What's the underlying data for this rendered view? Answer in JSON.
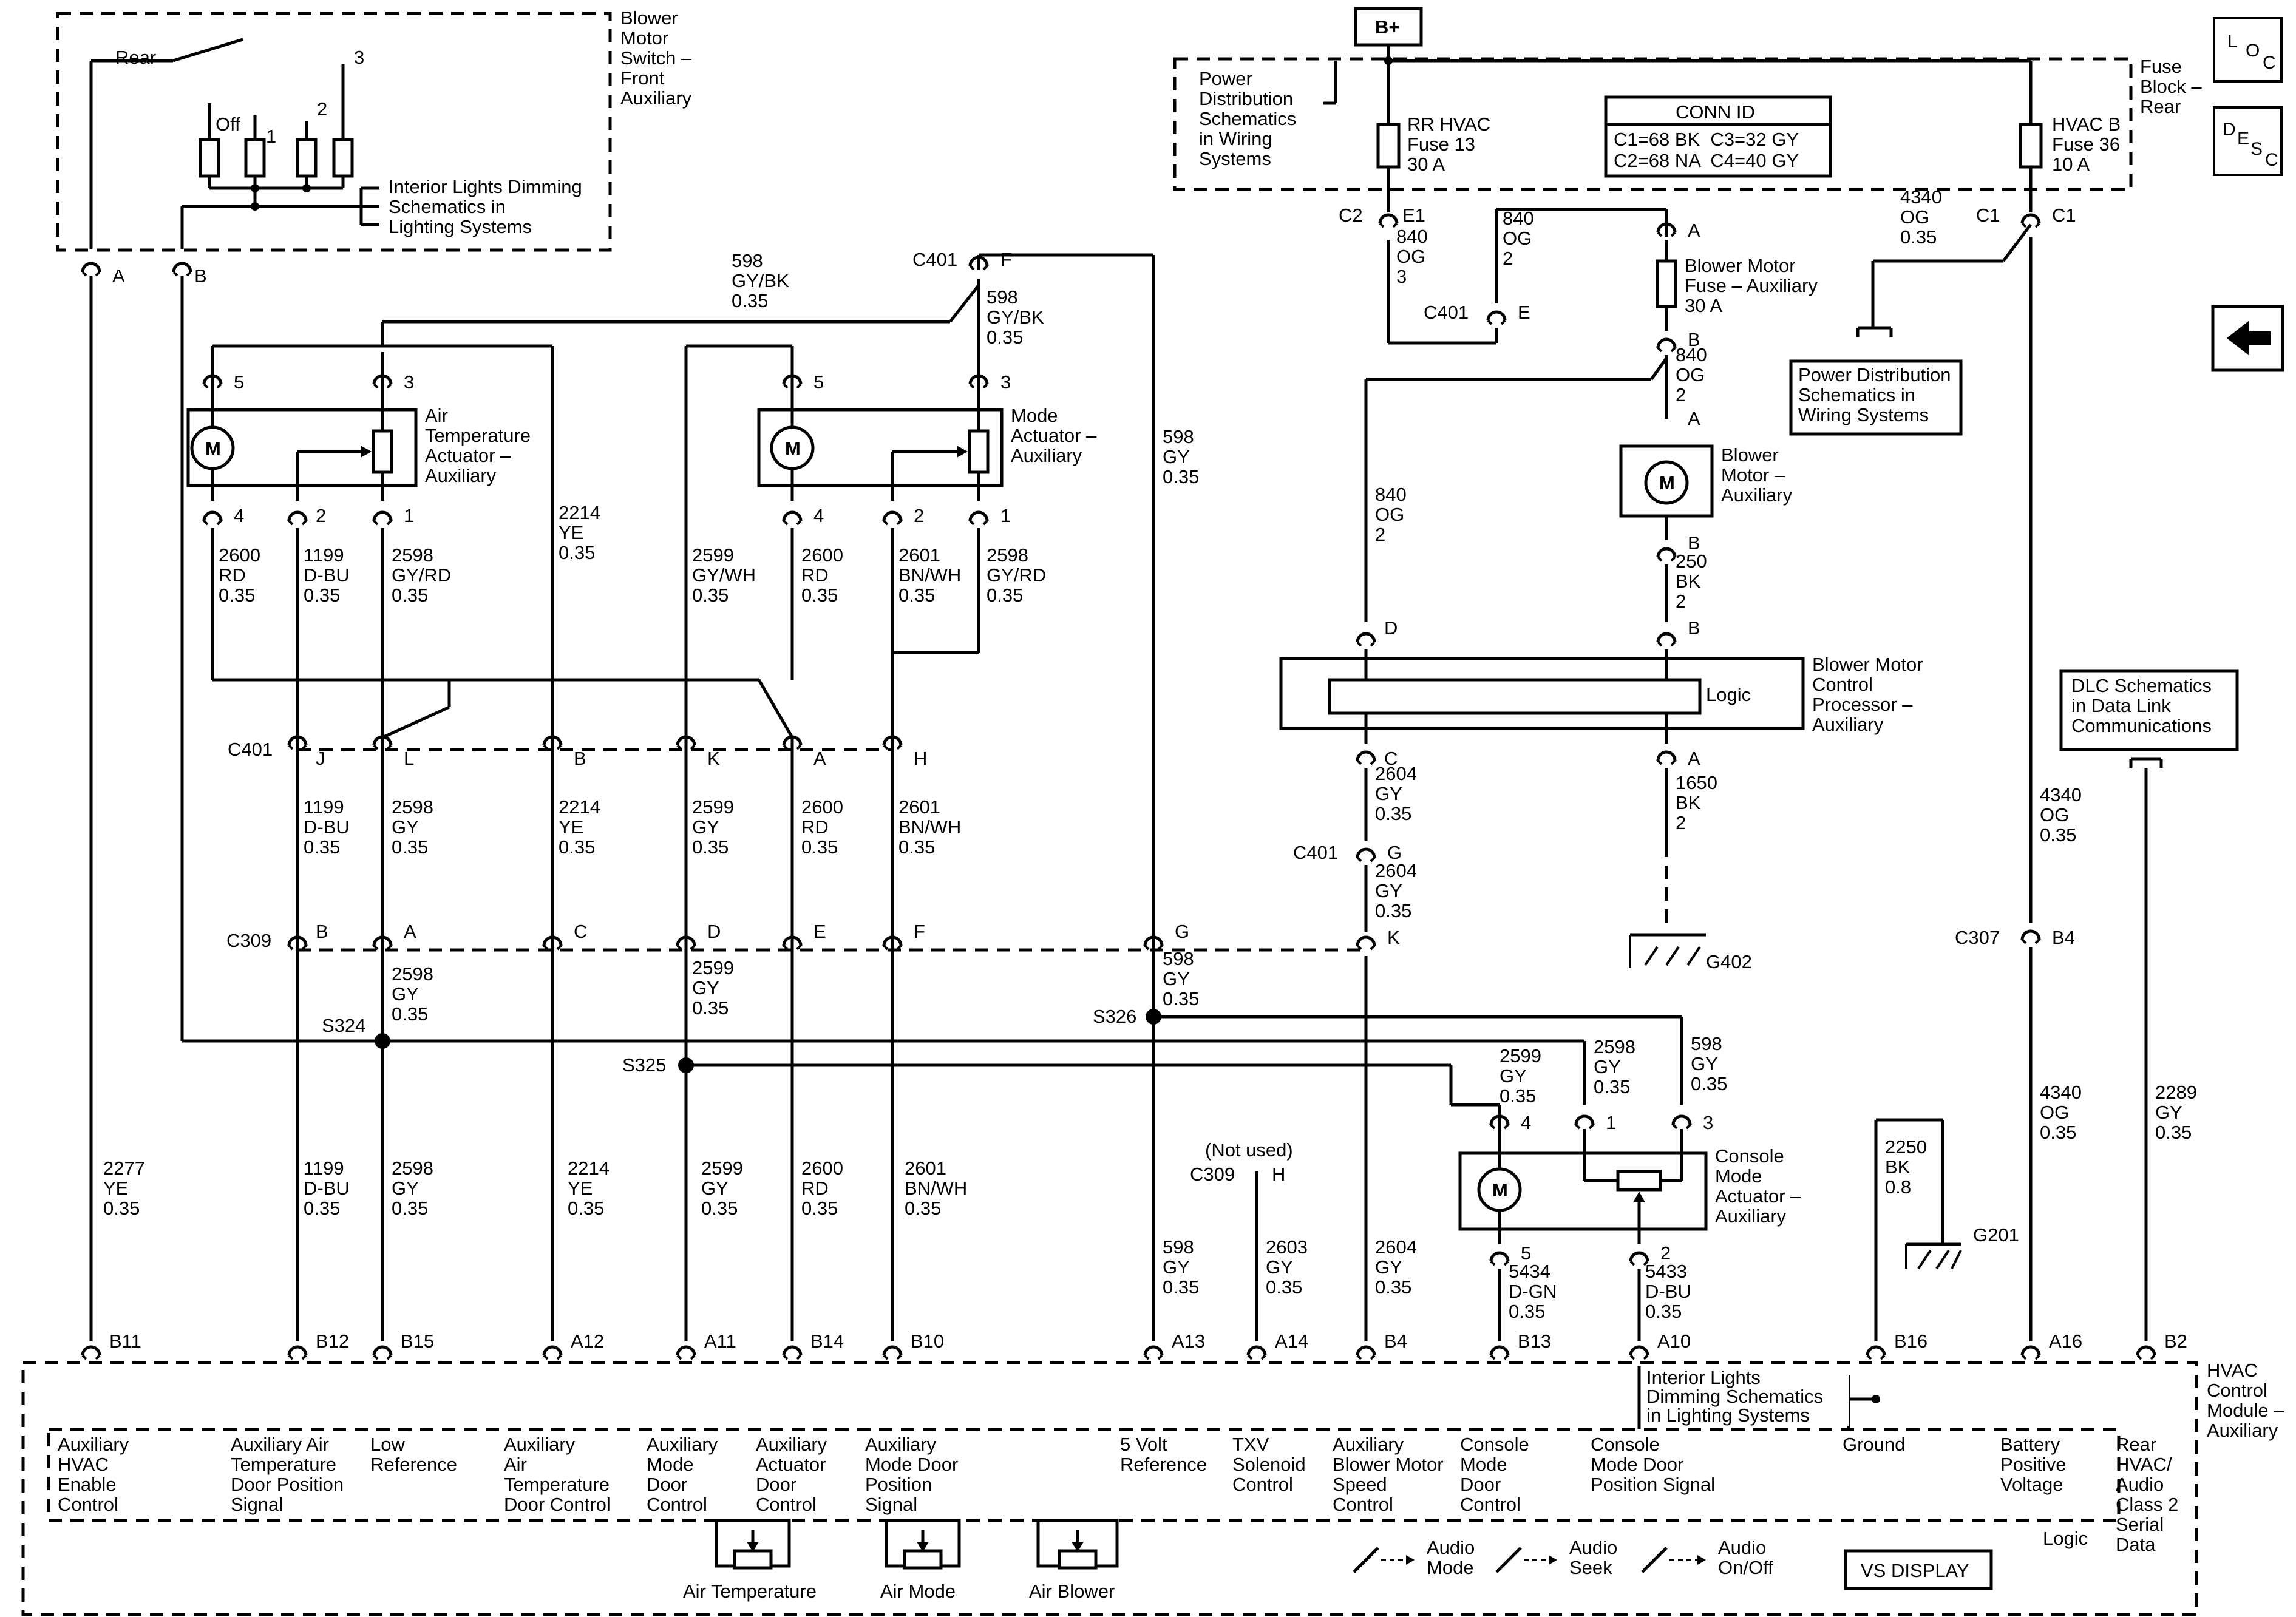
{
  "battery_label": "B+",
  "nav": {
    "loc": [
      "L",
      "O",
      "C"
    ],
    "desc": [
      "D",
      "E",
      "S",
      "C"
    ]
  },
  "blower_switch": {
    "name": [
      "Blower",
      "Motor",
      "Switch –",
      "Front",
      "Auxiliary"
    ],
    "rear": "Rear",
    "off": "Off",
    "pos1": "1",
    "pos2": "2",
    "pos3": "3",
    "dimming": [
      "Interior Lights Dimming",
      "Schematics in",
      "Lighting Systems"
    ],
    "pin_a": "A",
    "pin_b": "B"
  },
  "fuse_block": {
    "name": [
      "Fuse",
      "Block –",
      "Rear"
    ],
    "pds": [
      "Power",
      "Distribution",
      "Schematics",
      "in Wiring",
      "Systems"
    ],
    "fuse13": [
      "RR HVAC",
      "Fuse 13",
      "30 A"
    ],
    "fuse36": [
      "HVAC B",
      "Fuse 36",
      "10 A"
    ]
  },
  "conn_id": {
    "title": "CONN ID",
    "rows": [
      "C1=68 BK  C3=32 GY",
      "C2=68 NA  C4=40 GY"
    ]
  },
  "air_temp_actuator": [
    "Air",
    "Temperature",
    "Actuator –",
    "Auxiliary"
  ],
  "mode_actuator": [
    "Mode",
    "Actuator –",
    "Auxiliary"
  ],
  "blower_fuse": [
    "Blower Motor",
    "Fuse – Auxiliary",
    "30 A"
  ],
  "blower_motor": [
    "Blower",
    "Motor –",
    "Auxiliary"
  ],
  "blower_processor": [
    "Blower Motor",
    "Control",
    "Processor –",
    "Auxiliary"
  ],
  "logic": "Logic",
  "pds_box": [
    "Power Distribution",
    "Schematics in",
    "Wiring Systems"
  ],
  "dlc_box": [
    "DLC Schematics",
    "in Data Link",
    "Communications"
  ],
  "console_actuator": [
    "Console",
    "Mode",
    "Actuator –",
    "Auxiliary"
  ],
  "dimming2": [
    "Interior Lights",
    "Dimming Schematics",
    "in Lighting Systems"
  ],
  "wires": {
    "w598a": [
      "598",
      "GY/BK",
      "0.35"
    ],
    "w598b": [
      "598",
      "GY/BK",
      "0.35"
    ],
    "w598c": [
      "598",
      "GY",
      "0.35"
    ],
    "w598d": [
      "598",
      "GY",
      "0.35"
    ],
    "w598e": [
      "598",
      "GY",
      "0.35"
    ],
    "w598f": [
      "598",
      "GY",
      "0.35"
    ],
    "w2600a": [
      "2600",
      "RD",
      "0.35"
    ],
    "w1199a": [
      "1199",
      "D-BU",
      "0.35"
    ],
    "w2598a": [
      "2598",
      "GY/RD",
      "0.35"
    ],
    "w2214a": [
      "2214",
      "YE",
      "0.35"
    ],
    "w2599a": [
      "2599",
      "GY/WH",
      "0.35"
    ],
    "w2600b": [
      "2600",
      "RD",
      "0.35"
    ],
    "w2601a": [
      "2601",
      "BN/WH",
      "0.35"
    ],
    "w2598b": [
      "2598",
      "GY/RD",
      "0.35"
    ],
    "w1199b": [
      "1199",
      "D-BU",
      "0.35"
    ],
    "w2598c": [
      "2598",
      "GY",
      "0.35"
    ],
    "w2214b": [
      "2214",
      "YE",
      "0.35"
    ],
    "w2599b": [
      "2599",
      "GY",
      "0.35"
    ],
    "w2600c": [
      "2600",
      "RD",
      "0.35"
    ],
    "w2601b": [
      "2601",
      "BN/WH",
      "0.35"
    ],
    "w2598d": [
      "2598",
      "GY",
      "0.35"
    ],
    "w2599c": [
      "2599",
      "GY",
      "0.35"
    ],
    "w2277": [
      "2277",
      "YE",
      "0.35"
    ],
    "w1199c": [
      "1199",
      "D-BU",
      "0.35"
    ],
    "w2598e": [
      "2598",
      "GY",
      "0.35"
    ],
    "w2214c": [
      "2214",
      "YE",
      "0.35"
    ],
    "w2599d": [
      "2599",
      "GY",
      "0.35"
    ],
    "w2600d": [
      "2600",
      "RD",
      "0.35"
    ],
    "w2601c": [
      "2601",
      "BN/WH",
      "0.35"
    ],
    "w2603": [
      "2603",
      "GY",
      "0.35"
    ],
    "w2604a": [
      "2604",
      "GY",
      "0.35"
    ],
    "w2604b": [
      "2604",
      "GY",
      "0.35"
    ],
    "w2604c": [
      "2604",
      "GY",
      "0.35"
    ],
    "w2599e": [
      "2599",
      "GY",
      "0.35"
    ],
    "w2598f": [
      "2598",
      "GY",
      "0.35"
    ],
    "w5434": [
      "5434",
      "D-GN",
      "0.35"
    ],
    "w5433": [
      "5433",
      "D-BU",
      "0.35"
    ],
    "w840a": [
      "840",
      "OG",
      "3"
    ],
    "w840b": [
      "840",
      "OG",
      "2"
    ],
    "w840c": [
      "840",
      "OG",
      "2"
    ],
    "w840d": [
      "840",
      "OG",
      "2"
    ],
    "w250": [
      "250",
      "BK",
      "2"
    ],
    "w1650": [
      "1650",
      "BK",
      "2"
    ],
    "w4340a": [
      "4340",
      "OG",
      "0.35"
    ],
    "w4340b": [
      "4340",
      "OG",
      "0.35"
    ],
    "w4340c": [
      "4340",
      "OG",
      "0.35"
    ],
    "w2250": [
      "2250",
      "BK",
      "0.8"
    ],
    "w2289": [
      "2289",
      "GY",
      "0.35"
    ]
  },
  "connectors": {
    "c401": "C401",
    "c309": "C309",
    "c307": "C307",
    "c1": "C1",
    "c2": "C2",
    "c401_pins": [
      "J",
      "L",
      "B",
      "K",
      "A",
      "H"
    ],
    "c309_pins": [
      "B",
      "A",
      "C",
      "D",
      "E",
      "F",
      "G"
    ],
    "f": "F",
    "e": "E",
    "e1": "E1",
    "g": "G",
    "k": "K",
    "h": "H",
    "b4": "B4",
    "not_used": "(Not used)"
  },
  "splices": {
    "s324": "S324",
    "s325": "S325",
    "s326": "S326"
  },
  "grounds": {
    "g402": "G402",
    "g201": "G201"
  },
  "pins": {
    "p5": "5",
    "p3": "3",
    "p4": "4",
    "p2": "2",
    "p1": "1",
    "a": "A",
    "b": "B",
    "c": "C",
    "d": "D"
  },
  "hvac_module": {
    "name": [
      "HVAC",
      "Control",
      "Module –",
      "Auxiliary"
    ],
    "pins": [
      "B11",
      "B12",
      "B15",
      "A12",
      "A11",
      "B14",
      "B10",
      "A13",
      "A14",
      "B4",
      "B13",
      "A10",
      "B16",
      "A16",
      "B2"
    ],
    "circuits": [
      [
        "Auxiliary",
        "HVAC",
        "Enable",
        "Control"
      ],
      [
        "Auxiliary Air",
        "Temperature",
        "Door Position",
        "Signal"
      ],
      [
        "Low",
        "Reference"
      ],
      [
        "Auxiliary",
        "Air",
        "Temperature",
        "Door Control"
      ],
      [
        "Auxiliary",
        "Mode",
        "Door",
        "Control"
      ],
      [
        "Auxiliary",
        "Actuator",
        "Door",
        "Control"
      ],
      [
        "Auxiliary",
        "Mode Door",
        "Position",
        "Signal"
      ],
      [
        "5 Volt",
        "Reference"
      ],
      [
        "TXV",
        "Solenoid",
        "Control"
      ],
      [
        "Auxiliary",
        "Blower Motor",
        "Speed",
        "Control"
      ],
      [
        "Console",
        "Mode",
        "Door",
        "Control"
      ],
      [
        "Console",
        "Mode Door",
        "Position Signal"
      ],
      [
        "Ground"
      ],
      [
        "Battery",
        "Positive",
        "Voltage"
      ],
      [
        "Rear",
        "HVAC/",
        "Audio",
        "Class 2",
        "Serial",
        "Data"
      ]
    ],
    "logic": "Logic",
    "pots": [
      "Air Temperature",
      "Air Mode",
      "Air Blower"
    ],
    "switches": [
      [
        "Audio",
        "Mode"
      ],
      [
        "Audio",
        "Seek"
      ],
      [
        "Audio",
        "On/Off"
      ]
    ],
    "display": "VS DISPLAY"
  }
}
